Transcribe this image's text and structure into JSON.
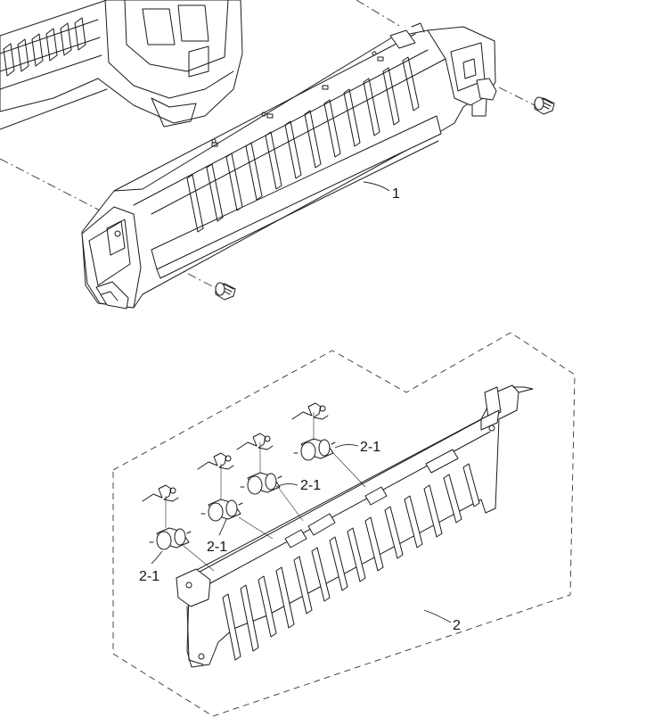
{
  "callouts": {
    "label_1": "1",
    "label_2": "2",
    "label_2_1_a": "2-1",
    "label_2_1_b": "2-1",
    "label_2_1_c": "2-1",
    "label_2_1_d": "2-1"
  }
}
